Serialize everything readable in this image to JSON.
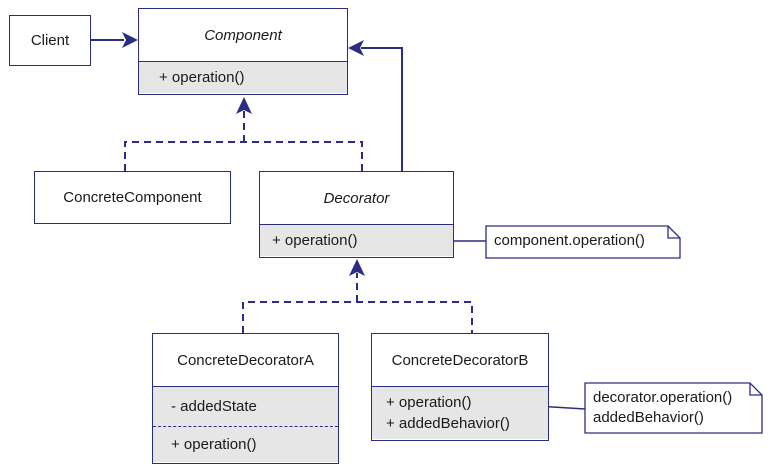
{
  "client": {
    "label": "Client"
  },
  "component": {
    "name": "Component",
    "operation": "+ operation()"
  },
  "concrete_component": {
    "name": "ConcreteComponent"
  },
  "decorator": {
    "name": "Decorator",
    "operation": "+ operation()"
  },
  "decorator_note": {
    "text": "component.operation()"
  },
  "concrete_decorator_a": {
    "name": "ConcreteDecoratorA",
    "state": "-  addedState",
    "operation": "+ operation()"
  },
  "concrete_decorator_b": {
    "name": "ConcreteDecoratorB",
    "operation": "+ operation()",
    "added_behavior": "+ addedBehavior()"
  },
  "decorator_b_note": {
    "line1": "decorator.operation()",
    "line2": "addedBehavior()"
  },
  "colors": {
    "line": "#2b2d84",
    "fill_gray": "#e6e6e6"
  }
}
